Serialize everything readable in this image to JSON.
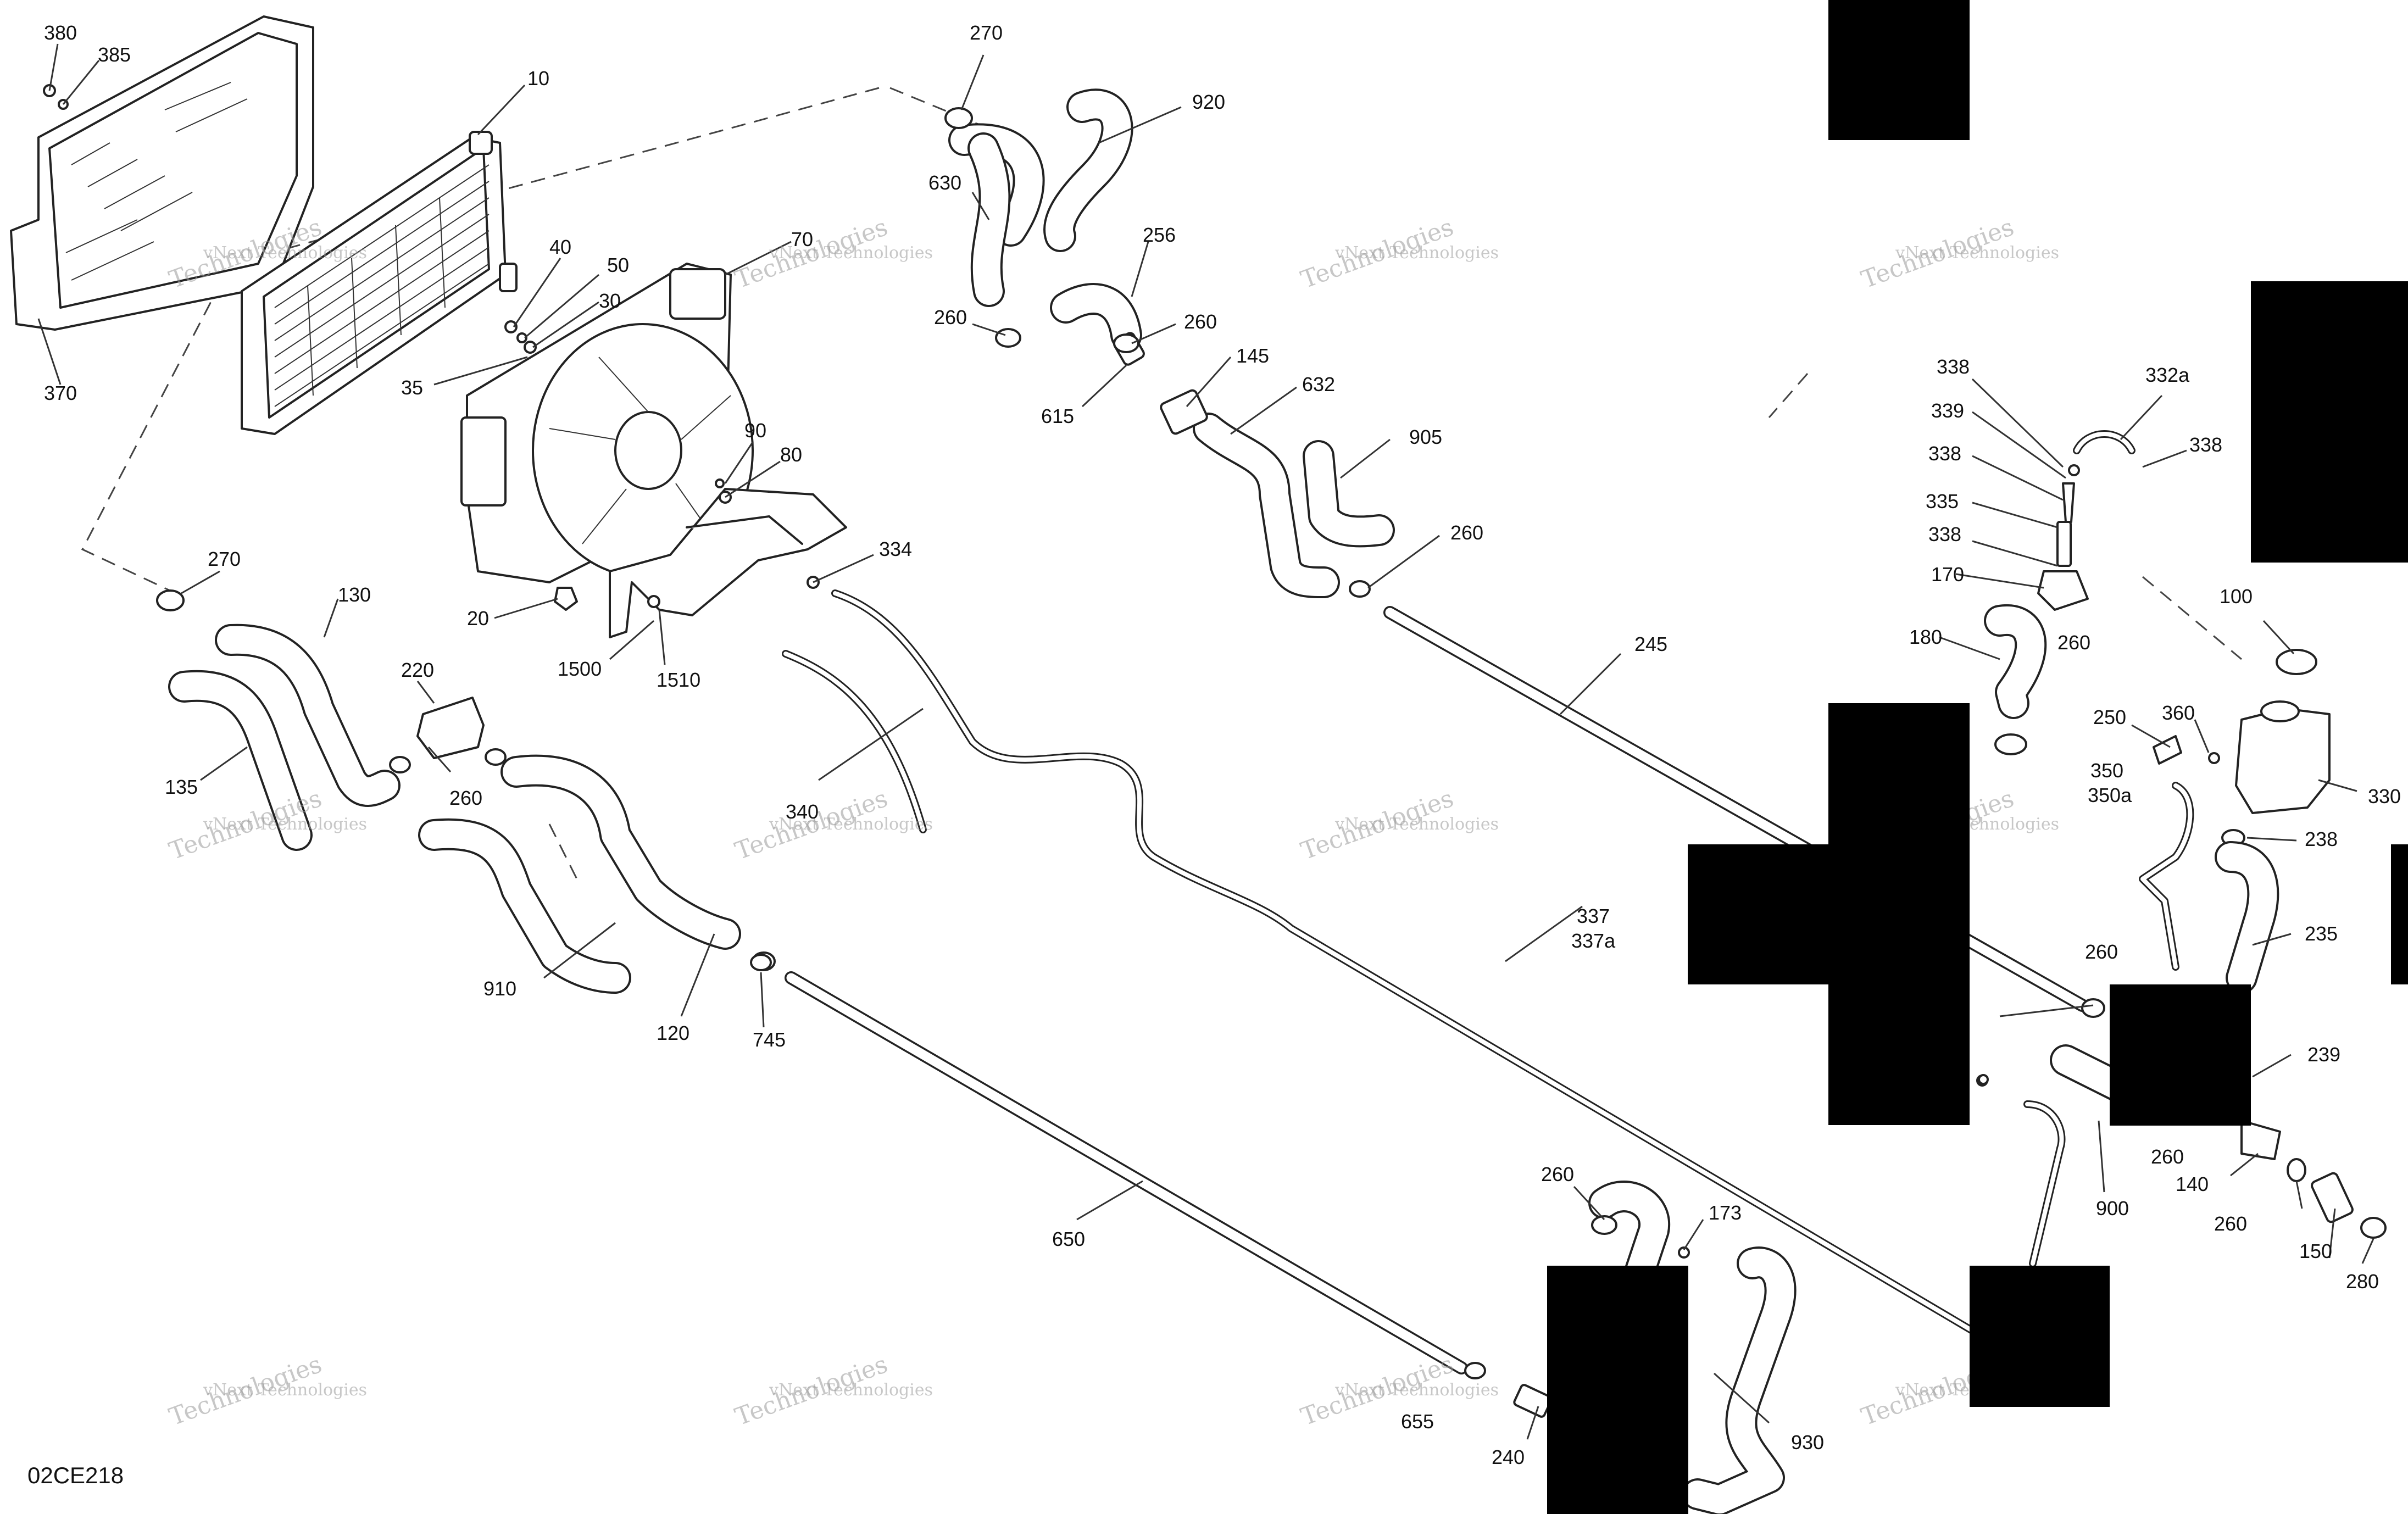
{
  "document_code": "02CE218",
  "watermark": {
    "line1": "vNext Technologies",
    "line2": "Technologies"
  },
  "callouts": {
    "c380": "380",
    "c385": "385",
    "c10": "10",
    "c370": "370",
    "c40": "40",
    "c50": "50",
    "c30": "30",
    "c35": "35",
    "c70": "70",
    "c90": "90",
    "c80": "80",
    "c20": "20",
    "c1500": "1500",
    "c1510": "1510",
    "c334": "334",
    "c270a": "270",
    "c270b": "270",
    "c920": "920",
    "c630": "630",
    "c260a": "260",
    "c256": "256",
    "c260b": "260",
    "c145": "145",
    "c615": "615",
    "c632": "632",
    "c905": "905",
    "c260c": "260",
    "c245": "245",
    "c130": "130",
    "c135": "135",
    "c220": "220",
    "c260d": "260",
    "c340": "340",
    "c910": "910",
    "c120": "120",
    "c745": "745",
    "c650": "650",
    "c337": "337",
    "c337a": "337a",
    "c338a": "338",
    "c332a": "332a",
    "c339": "339",
    "c338b": "338",
    "c338c": "338",
    "c335": "335",
    "c338d": "338",
    "c170": "170",
    "c180": "180",
    "c260e": "260",
    "c100": "100",
    "c250": "250",
    "c360": "360",
    "c350": "350",
    "c350a": "350a",
    "c330": "330",
    "c238": "238",
    "c235": "235",
    "c260f": "260",
    "c239": "239",
    "c260g": "260",
    "c140": "140",
    "c900": "900",
    "c260h": "260",
    "c150": "150",
    "c280": "280",
    "c260i": "260",
    "c173": "173",
    "c655": "655",
    "c240": "240",
    "c930": "930"
  },
  "colors": {
    "line": "#222222",
    "redaction": "#000000",
    "watermark": "#9a9a9a"
  }
}
